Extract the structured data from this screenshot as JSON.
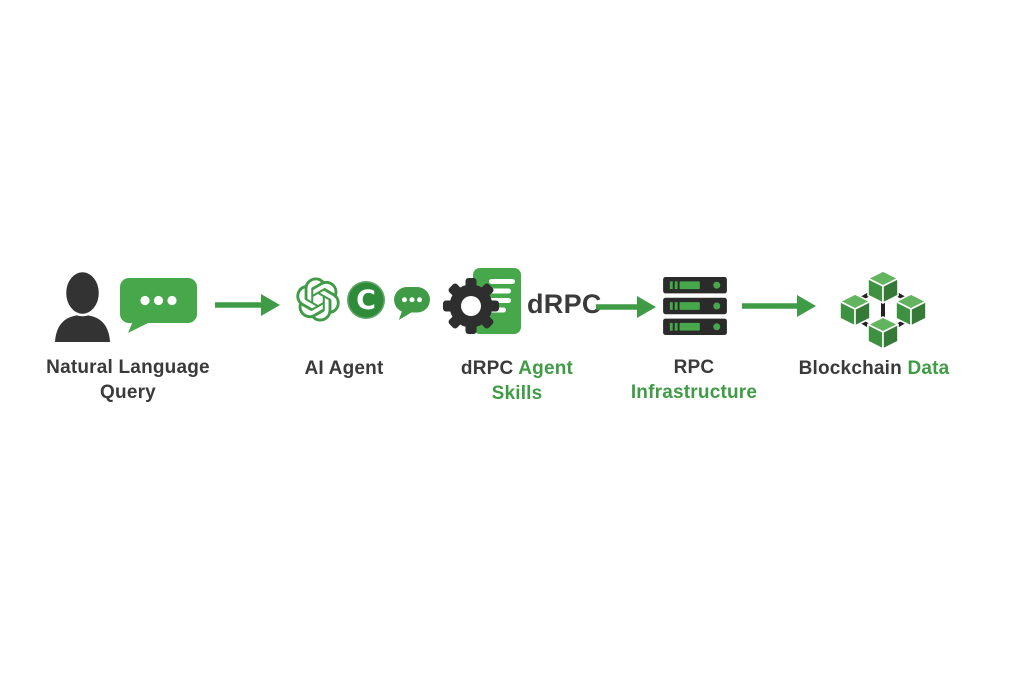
{
  "page": {
    "background": "#FFFFFF",
    "type": "flow-diagram"
  },
  "colors": {
    "accent_green": "#3F9B45",
    "bubble_green": "#47A84B",
    "c_logo_green": "#2E8B3A",
    "dark_text": "#3A3A3A",
    "icon_dark": "#2E2E2E",
    "server_body": "#2B2B2B",
    "cube_top": "#62B45F",
    "cube_left": "#3F9142",
    "cube_right": "#357A37"
  },
  "flow": {
    "groups": [
      {
        "name": "natural-language-query",
        "icons": [
          "user-icon",
          "chat-bubble-icon"
        ],
        "label": {
          "line1": "Natural Language",
          "line2": "Query"
        }
      },
      {
        "name": "ai-agent",
        "icons": [
          "openai-logo-icon",
          "c-logo-icon",
          "chat-dots-icon"
        ],
        "c_logo_letter": "C",
        "label": {
          "line1": "AI Agent"
        }
      },
      {
        "name": "drpc-agent-skills",
        "icons": [
          "gear-icon",
          "document-icon"
        ],
        "icon_caption": "dRPC",
        "label": {
          "line1_dark": "dRPC",
          "line1_green": "Agent",
          "line2_green": "Skills"
        }
      },
      {
        "name": "rpc-infrastructure",
        "icons": [
          "server-stack-icon"
        ],
        "label": {
          "line1_dark": "RPC",
          "line2_green": "Infrastructure"
        }
      },
      {
        "name": "blockchain-data",
        "icons": [
          "blockchain-cubes-icon"
        ],
        "label": {
          "line1_dark": "Blockchain",
          "line1_green": "Data"
        }
      }
    ],
    "arrow_count": 3
  }
}
